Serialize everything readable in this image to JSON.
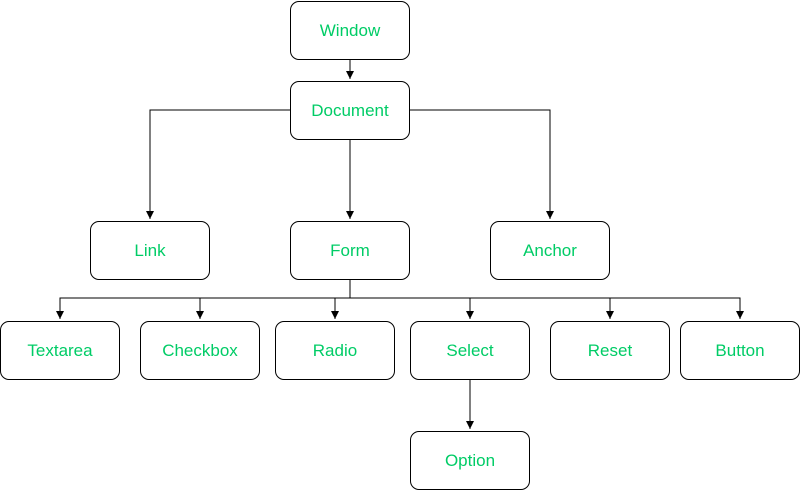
{
  "diagram": {
    "text_color": "#00cc66",
    "line_color": "#000000",
    "nodes": {
      "window": "Window",
      "document": "Document",
      "link": "Link",
      "form": "Form",
      "anchor": "Anchor",
      "textarea": "Textarea",
      "checkbox": "Checkbox",
      "radio": "Radio",
      "select": "Select",
      "reset": "Reset",
      "button": "Button",
      "option": "Option"
    },
    "edges": [
      [
        "window",
        "document"
      ],
      [
        "document",
        "link"
      ],
      [
        "document",
        "form"
      ],
      [
        "document",
        "anchor"
      ],
      [
        "form",
        "textarea"
      ],
      [
        "form",
        "checkbox"
      ],
      [
        "form",
        "radio"
      ],
      [
        "form",
        "select"
      ],
      [
        "form",
        "reset"
      ],
      [
        "form",
        "button"
      ],
      [
        "select",
        "option"
      ]
    ]
  }
}
